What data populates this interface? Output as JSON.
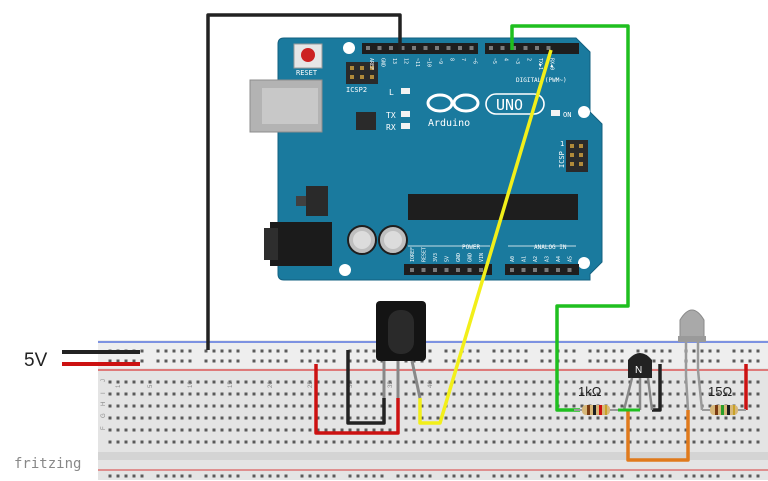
{
  "app": {
    "watermark": "fritzing"
  },
  "power": {
    "label": "5V"
  },
  "arduino": {
    "reset_label": "RESET",
    "icsp2_label": "ICSP2",
    "icsp_label": "ICSP",
    "l_label": "L",
    "tx_label": "TX",
    "rx_label": "RX",
    "on_label": "ON",
    "logo_text": "Arduino",
    "model_text": "UNO",
    "digital_label": "DIGITAL (PWM~)",
    "power_header_label": "POWER",
    "analog_label": "ANALOG IN",
    "top_pins": [
      "AREF",
      "GND",
      "13",
      "12",
      "~11",
      "~10",
      "~9",
      "8",
      "7",
      "~6",
      "~5",
      "4",
      "~3",
      "2",
      "TX▶1",
      "RX◀0"
    ],
    "power_pins": [
      "IOREF",
      "RESET",
      "3V3",
      "5V",
      "GND",
      "GND",
      "VIN"
    ],
    "analog_pins": [
      "A0",
      "A1",
      "A2",
      "A3",
      "A4",
      "A5"
    ],
    "icsp_pin_number": "1"
  },
  "breadboard": {
    "col_numbers": [
      "1",
      "5",
      "10",
      "15",
      "20",
      "25",
      "30",
      "35",
      "40"
    ],
    "row_letters": [
      "J",
      "I",
      "H",
      "G",
      "F"
    ]
  },
  "components": {
    "resistor1_label": "1kΩ",
    "resistor2_label": "15Ω",
    "transistor_label": "N"
  },
  "colors": {
    "board": "#1a7a9e",
    "wire_black": "#222222",
    "wire_red": "#cc1111",
    "wire_green": "#1fbf1f",
    "wire_yellow": "#f2ef1a",
    "wire_orange": "#e07a1c",
    "rail_blue": "#3a5bd9",
    "rail_red": "#d93a3a"
  }
}
